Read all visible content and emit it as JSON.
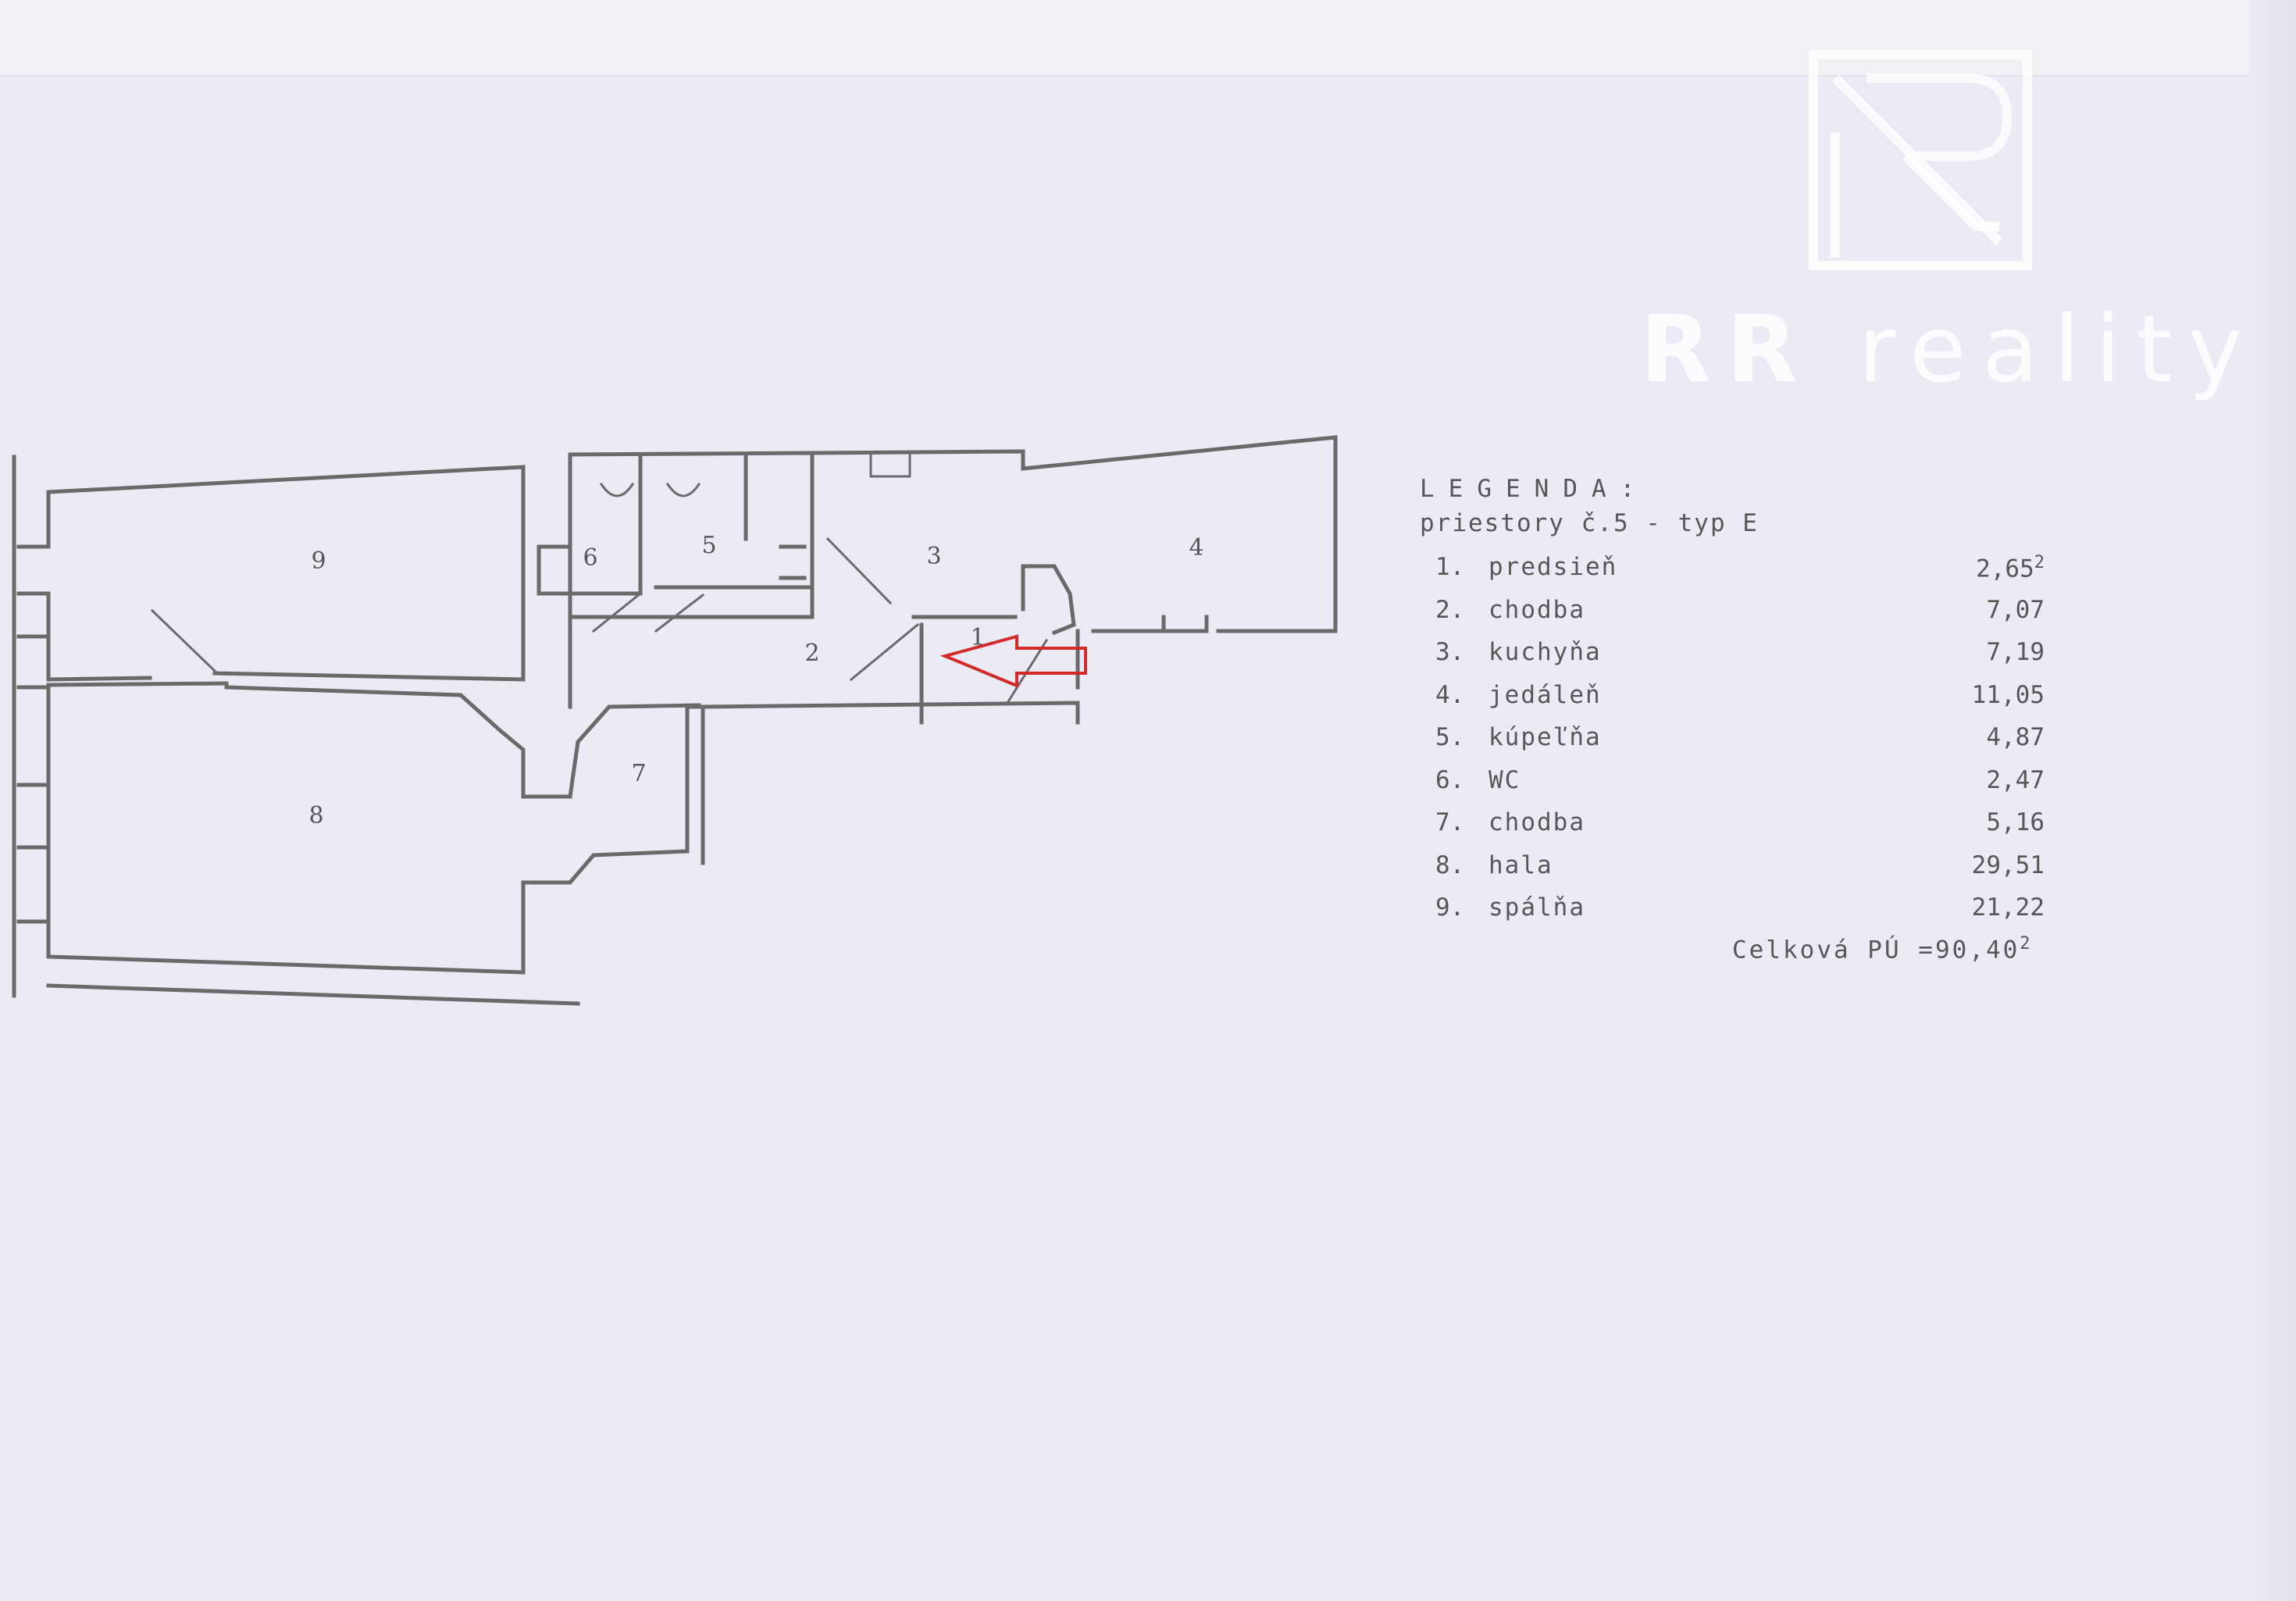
{
  "watermark": {
    "brand_bold": "RR",
    "brand_light": "reality",
    "logo_icon": "rr-reality-logo-icon"
  },
  "floor_plan": {
    "rooms": [
      {
        "id": "room-1",
        "label": "1"
      },
      {
        "id": "room-2",
        "label": "2"
      },
      {
        "id": "room-3",
        "label": "3"
      },
      {
        "id": "room-4",
        "label": "4"
      },
      {
        "id": "room-5",
        "label": "5"
      },
      {
        "id": "room-6",
        "label": "6"
      },
      {
        "id": "room-7",
        "label": "7"
      },
      {
        "id": "room-8",
        "label": "8"
      },
      {
        "id": "room-9",
        "label": "9"
      }
    ],
    "entrance_marker": {
      "icon": "red-arrow-left-icon",
      "color": "#d42a2a"
    }
  },
  "legend": {
    "title": "LEGENDA:",
    "subtitle": "priestory č.5 - typ E",
    "items": [
      {
        "num": "1.",
        "name": "predsieň",
        "area": "2,65"
      },
      {
        "num": "2.",
        "name": "chodba",
        "area": "7,07"
      },
      {
        "num": "3.",
        "name": "kuchyňa",
        "area": "7,19"
      },
      {
        "num": "4.",
        "name": "jedáleň",
        "area": "11,05"
      },
      {
        "num": "5.",
        "name": "kúpeľňa",
        "area": "4,87"
      },
      {
        "num": "6.",
        "name": "WC",
        "area": "2,47"
      },
      {
        "num": "7.",
        "name": "chodba",
        "area": "5,16"
      },
      {
        "num": "8.",
        "name": "hala",
        "area": "29,51"
      },
      {
        "num": "9.",
        "name": "spálňa",
        "area": "21,22"
      }
    ],
    "area_unit_sup": "2",
    "total_label": "Celková PÚ =",
    "total_value": "90,40",
    "total_sup": "2"
  },
  "colors": {
    "paper": "#eceaf5",
    "ink": "#555555",
    "marker": "#d42a2a",
    "watermark": "#ffffff"
  }
}
